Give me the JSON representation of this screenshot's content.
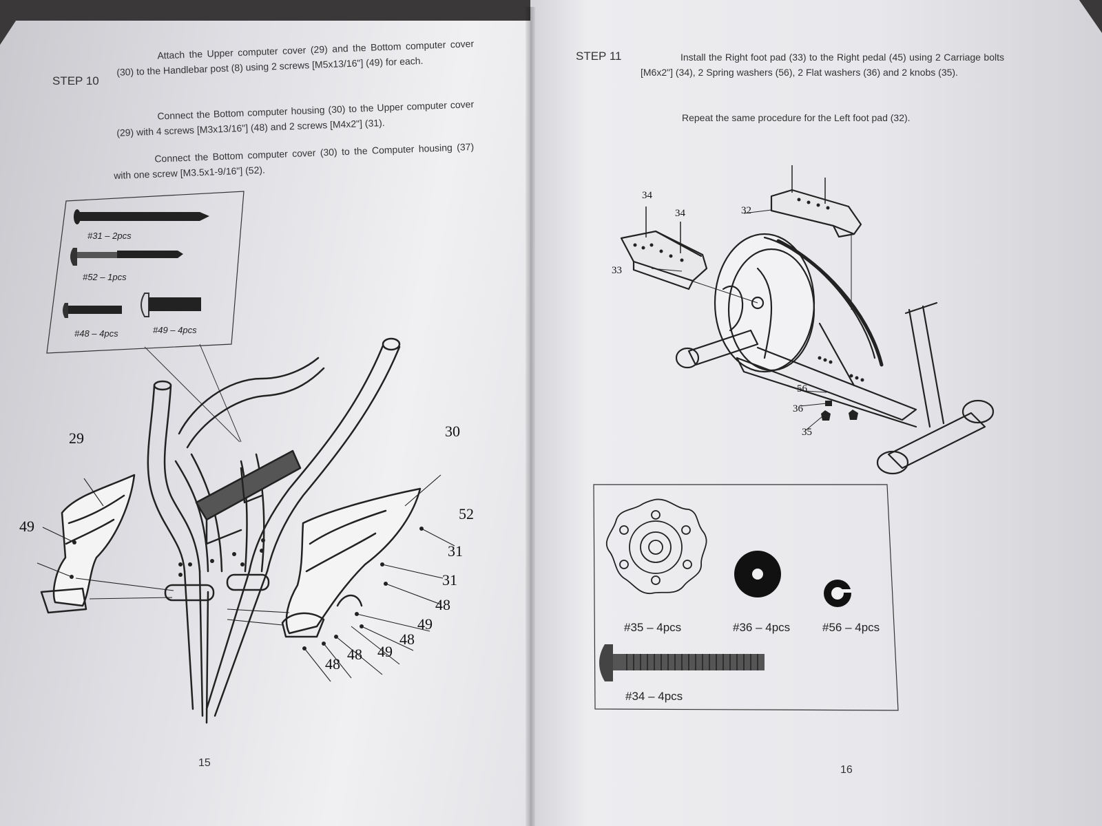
{
  "left_page": {
    "step_title": "STEP 10",
    "paragraphs": [
      "Attach the Upper computer cover (29) and the Bottom computer cover (30) to the Handlebar post (8) using 2 screws [M5x13/16\"] (49) for each.",
      "Connect the Bottom computer housing (30) to the Upper computer cover (29) with 4 screws [M3x13/16\"] (48) and 2 screws [M4x2\"] (31).",
      "Connect the Bottom computer cover (30) to the Computer housing (37) with one screw [M3.5x1-9/16\"] (52)."
    ],
    "hardware_labels": [
      "#31 – 2pcs",
      "#52 – 1pcs",
      "#48 – 4pcs",
      "#49 – 4pcs"
    ],
    "callouts": {
      "c29": "29",
      "c49a": "49",
      "c30": "30",
      "c52": "52",
      "c31a": "31",
      "c31b": "31",
      "c48a": "48",
      "c49b": "49",
      "c48b": "48",
      "c49c": "49",
      "c48c": "48",
      "c48d": "48"
    },
    "page_number": "15"
  },
  "right_page": {
    "step_title": "STEP 11",
    "paragraphs": [
      "Install the Right foot pad (33) to the Right pedal (45) using 2 Carriage bolts [M6x2\"] (34), 2 Spring washers (56), 2 Flat washers (36) and 2 knobs (35).",
      "Repeat the same procedure for the Left foot pad (32)."
    ],
    "callouts": {
      "c34a": "34",
      "c34b": "34",
      "c32": "32",
      "c33": "33",
      "c56": "56",
      "c36": "36",
      "c35": "35"
    },
    "hardware_labels": [
      "#35 – 4pcs",
      "#36 – 4pcs",
      "#56 – 4pcs",
      "#34 – 4pcs"
    ],
    "page_number": "16"
  }
}
